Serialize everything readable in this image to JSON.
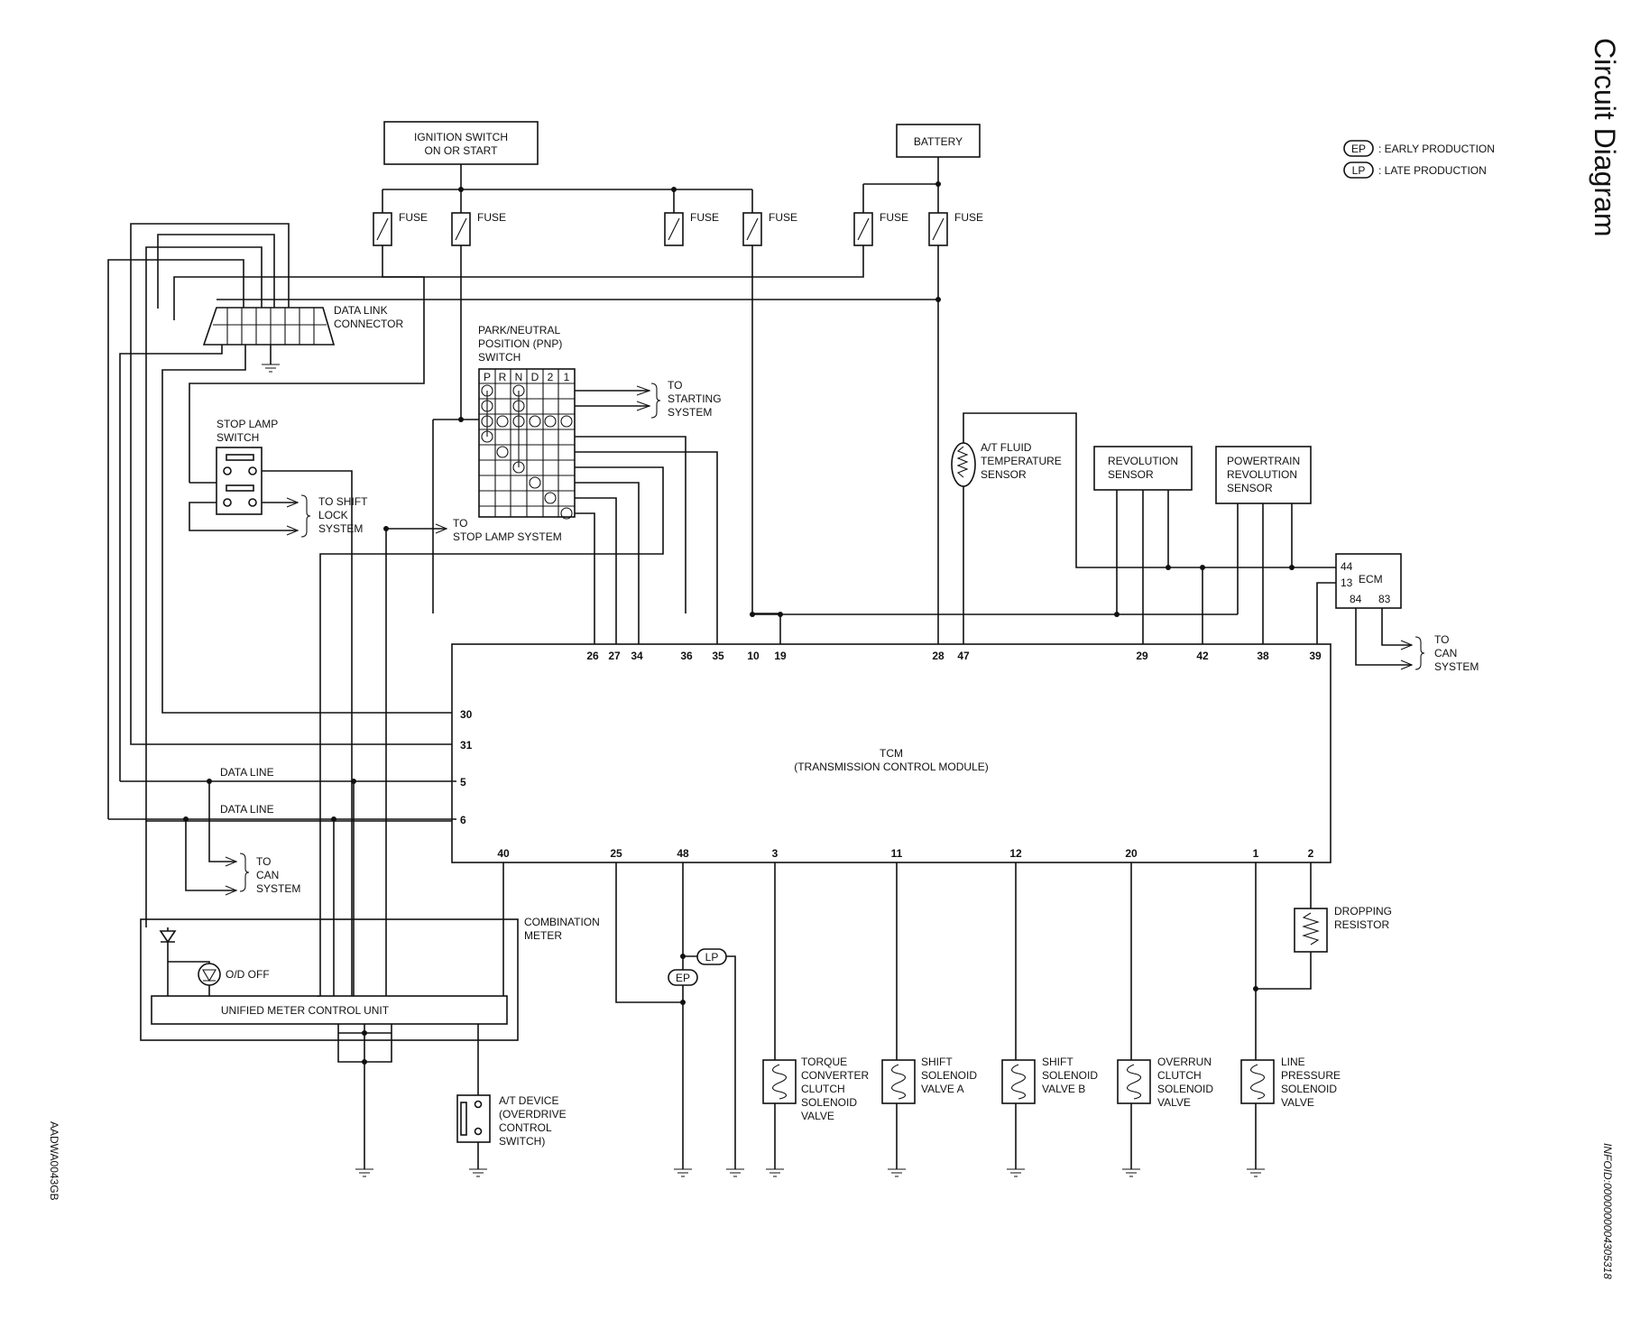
{
  "title": "Circuit Diagram",
  "legend": {
    "ep_code": "EP",
    "ep_text": ": EARLY PRODUCTION",
    "lp_code": "LP",
    "lp_text": ": LATE PRODUCTION"
  },
  "ignition": {
    "line1": "IGNITION SWITCH",
    "line2": "ON OR START"
  },
  "battery": "BATTERY",
  "fuse_label": "FUSE",
  "dlc": {
    "line1": "DATA LINK",
    "line2": "CONNECTOR"
  },
  "pnp": {
    "line1": "PARK/NEUTRAL",
    "line2": "POSITION (PNP)",
    "line3": "SWITCH",
    "cols": [
      "P",
      "R",
      "N",
      "D",
      "2",
      "1"
    ]
  },
  "to_starting": {
    "line1": "TO",
    "line2": "STARTING",
    "line3": "SYSTEM"
  },
  "stop_lamp_switch": {
    "line1": "STOP LAMP",
    "line2": "SWITCH"
  },
  "to_shift_lock": {
    "line1": "TO SHIFT",
    "line2": "LOCK",
    "line3": "SYSTEM"
  },
  "to_stop_lamp": {
    "line1": "TO",
    "line2": "STOP LAMP SYSTEM"
  },
  "fluid_sensor": {
    "line1": "A/T FLUID",
    "line2": "TEMPERATURE",
    "line3": "SENSOR"
  },
  "rev_sensor": {
    "line1": "REVOLUTION",
    "line2": "SENSOR"
  },
  "pt_rev_sensor": {
    "line1": "POWERTRAIN",
    "line2": "REVOLUTION",
    "line3": "SENSOR"
  },
  "ecm": {
    "label": "ECM",
    "pin44": "44",
    "pin13": "13",
    "pin84": "84",
    "pin83": "83"
  },
  "to_can_right": {
    "line1": "TO",
    "line2": "CAN",
    "line3": "SYSTEM"
  },
  "to_can_left": {
    "line1": "TO",
    "line2": "CAN",
    "line3": "SYSTEM"
  },
  "tcm": {
    "line1": "TCM",
    "line2": "(TRANSMISSION CONTROL MODULE)"
  },
  "tcm_top_pins": [
    "26",
    "27",
    "34",
    "36",
    "35",
    "10",
    "19",
    "28",
    "47",
    "29",
    "42",
    "38",
    "39"
  ],
  "tcm_left_pins": [
    "30",
    "31",
    "5",
    "6"
  ],
  "tcm_bottom_pins": [
    "40",
    "25",
    "48",
    "3",
    "11",
    "12",
    "20",
    "1",
    "2"
  ],
  "data_line": "DATA LINE",
  "combination_meter": {
    "line1": "COMBINATION",
    "line2": "METER"
  },
  "od_off": "O/D OFF",
  "unified_meter": "UNIFIED METER CONTROL UNIT",
  "at_device": {
    "line1": "A/T DEVICE",
    "line2": "(OVERDRIVE",
    "line3": "CONTROL",
    "line4": "SWITCH)"
  },
  "dropping_resistor": {
    "line1": "DROPPING",
    "line2": "RESISTOR"
  },
  "solenoids": [
    [
      "TORQUE",
      "CONVERTER",
      "CLUTCH",
      "SOLENOID",
      "VALVE"
    ],
    [
      "SHIFT",
      "SOLENOID",
      "VALVE A"
    ],
    [
      "SHIFT",
      "SOLENOID",
      "VALVE B"
    ],
    [
      "OVERRUN",
      "CLUTCH",
      "SOLENOID",
      "VALVE"
    ],
    [
      "LINE",
      "PRESSURE",
      "SOLENOID",
      "VALVE"
    ]
  ],
  "side_left_code": "AADWA0043GB",
  "side_right_code": "INFOID:0000000004305318"
}
